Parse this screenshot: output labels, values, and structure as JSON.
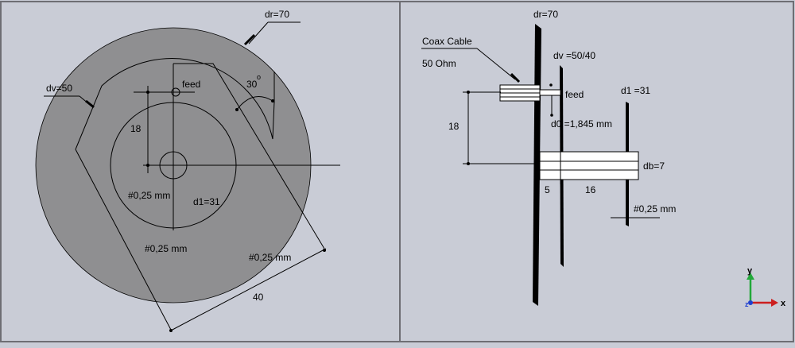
{
  "colors": {
    "background": "#c9ccd6",
    "disc_fill": "#8f8f91",
    "frame": "#6e6e74",
    "axis_x": "#cc1f1f",
    "axis_y": "#22a83a",
    "axis_z": "#2040d0"
  },
  "front_view": {
    "labels": {
      "dr": "dr=70",
      "dv": "dv=50",
      "feed": "feed",
      "angle": "30",
      "degree": "o",
      "dim_18": "18",
      "wire_left": "#0,25 mm",
      "d1": "d1=31",
      "wire_bottom": "#0,25 mm",
      "wire_right": "#0,25 mm",
      "dim_40": "40"
    }
  },
  "side_view": {
    "labels": {
      "dr": "dr=70",
      "coax": "Coax Cable",
      "ohm": "50 Ohm",
      "dv": "dv =50/40",
      "feed": "feed",
      "d1": "d1 =31",
      "dim_18": "18",
      "d0": "d0 =1,845 mm",
      "db": "db=7",
      "dim_5": "5",
      "dim_16": "16",
      "wire": "#0,25 mm"
    }
  },
  "axes": {
    "y": "y",
    "x": "x",
    "z": "z"
  }
}
